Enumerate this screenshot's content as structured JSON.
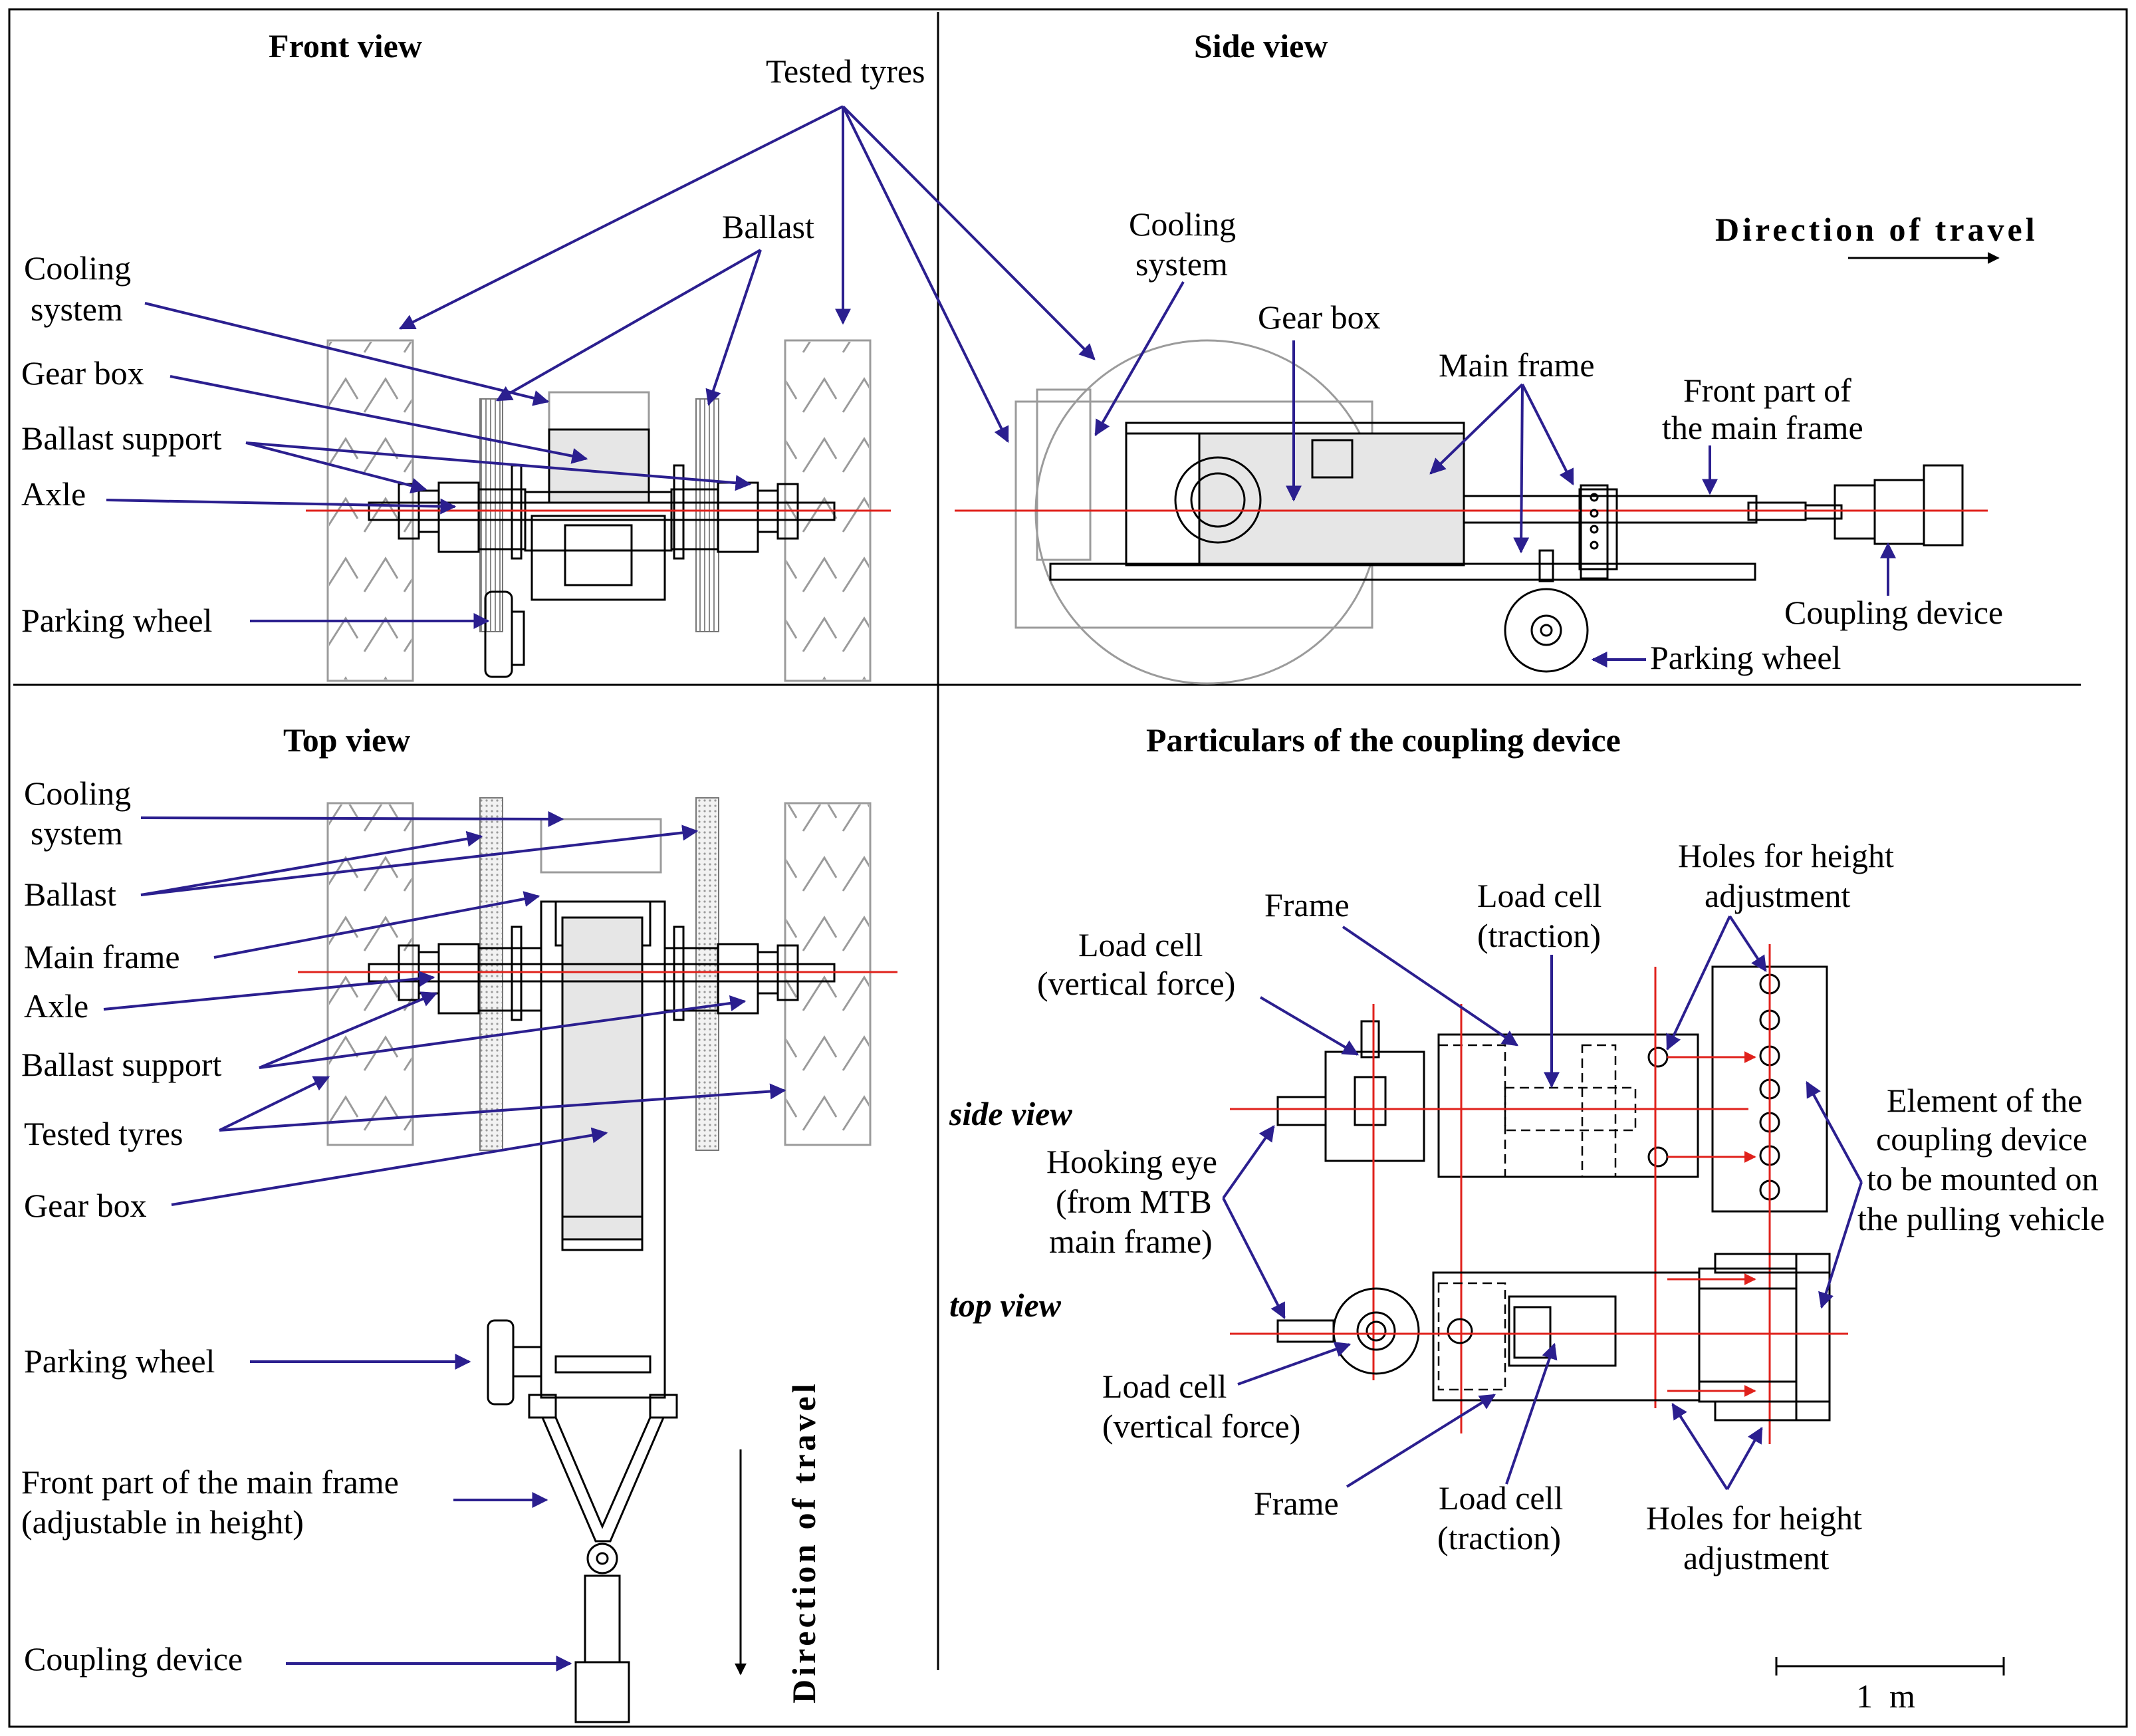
{
  "front_view": {
    "title": "Front view",
    "labels": {
      "tested_tyres": "Tested tyres",
      "ballast": "Ballast",
      "cooling_system_1": "Cooling",
      "cooling_system_2": "system",
      "gear_box": "Gear box",
      "ballast_support": "Ballast support",
      "axle": "Axle",
      "parking_wheel": "Parking wheel"
    }
  },
  "side_view": {
    "title": "Side view",
    "direction": "Direction of travel",
    "labels": {
      "cooling_system_1": "Cooling",
      "cooling_system_2": "system",
      "gear_box": "Gear box",
      "main_frame": "Main frame",
      "front_part_1": "Front part of",
      "front_part_2": "the main frame",
      "coupling_device": "Coupling device",
      "parking_wheel": "Parking wheel"
    }
  },
  "top_view": {
    "title": "Top view",
    "direction": "Direction of travel",
    "labels": {
      "cooling_system_1": "Cooling",
      "cooling_system_2": "system",
      "ballast": "Ballast",
      "main_frame": "Main frame",
      "axle": "Axle",
      "ballast_support": "Ballast support",
      "tested_tyres": "Tested tyres",
      "gear_box": "Gear box",
      "parking_wheel": "Parking wheel",
      "front_part_1": "Front part of the main frame",
      "front_part_2": "(adjustable in height)",
      "coupling_device": "Coupling device"
    }
  },
  "coupling_particulars": {
    "title": "Particulars of the coupling device",
    "side_view": "side view",
    "top_view": "top view",
    "labels": {
      "frame": "Frame",
      "load_cell_traction_1": "Load cell",
      "load_cell_traction_2": "(traction)",
      "holes_top_1": "Holes for height",
      "holes_top_2": "adjustment",
      "load_cell_vertical_1": "Load cell",
      "load_cell_vertical_2": "(vertical force)",
      "hooking_eye_1": "Hooking eye",
      "hooking_eye_2": "(from MTB",
      "hooking_eye_3": "main frame)",
      "element_1": "Element of the",
      "element_2": "coupling device",
      "element_3": "to be mounted on",
      "element_4": "the pulling vehicle",
      "load_cell_vertical_b1": "Load cell",
      "load_cell_vertical_b2": "(vertical force)",
      "frame_b": "Frame",
      "load_cell_traction_b1": "Load cell",
      "load_cell_traction_b2": "(traction)",
      "holes_bottom_1": "Holes for height",
      "holes_bottom_2": "adjustment"
    }
  },
  "scale_bar": "1  m",
  "colors": {
    "arrow": "#2b1f8f",
    "centerline": "#e0211b",
    "tyre_outline": "#9b9b9b",
    "fill": "#e6e6e6"
  }
}
